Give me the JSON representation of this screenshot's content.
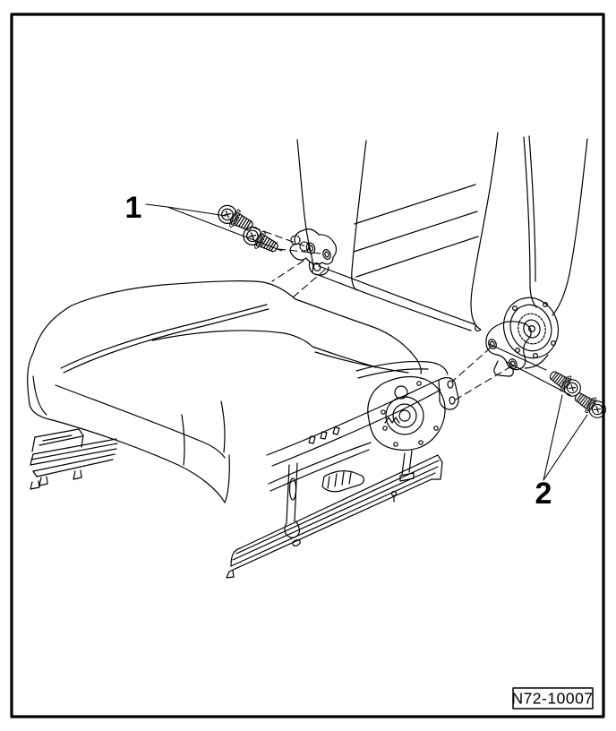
{
  "figure": {
    "number_label": "N72-10007",
    "subject": "exploded-view line drawing of a vehicle front seat: seat cushion with rails, seat frame with recliner mechanism, truncated backrest, and backrest mounting bolts"
  },
  "callouts": [
    {
      "label": "1",
      "target": "two bolts, left backrest hinge"
    },
    {
      "label": "2",
      "target": "two bolts, right backrest bracket"
    }
  ],
  "colors": {
    "line": "#000000",
    "background": "#ffffff",
    "border": "#000000"
  }
}
